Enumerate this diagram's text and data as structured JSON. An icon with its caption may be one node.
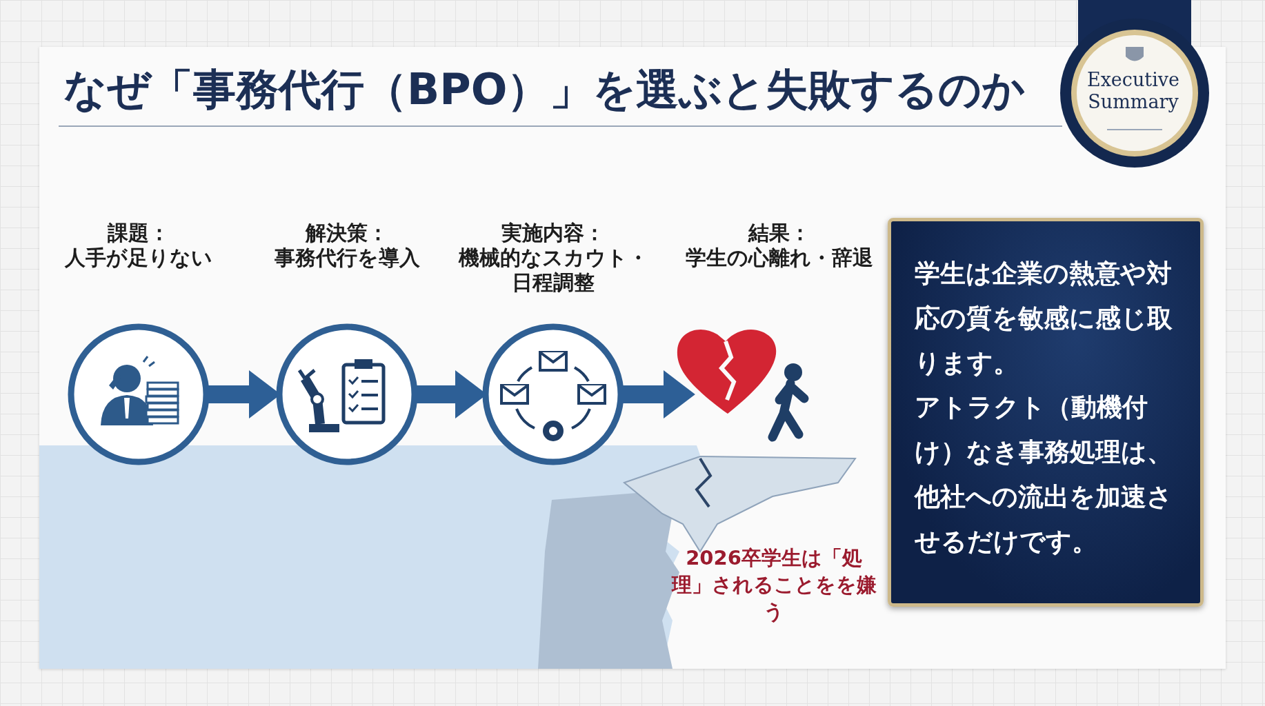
{
  "diagram": {
    "title": "なぜ「事務代行（BPO）」を選ぶと失敗するのか",
    "nodes": [
      {
        "text": [
          "課題：",
          "人手が足りない"
        ]
      },
      {
        "text": [
          "解決策：",
          "事務代行を導入"
        ]
      },
      {
        "text": [
          "実施内容：",
          "機械的なスカウト・日程調整"
        ]
      },
      {
        "text": [
          "結果：",
          "学生の心離れ・辞退"
        ]
      },
      {
        "text": [
          "学生は企業の**熱意や対応の質**を敏感に感じ取ります。",
          "**アトラクト**（動機付け）なき事務処理は、**他社への流出を加速させるだけ**です。"
        ]
      }
    ],
    "edges": [
      {
        "from": 0,
        "to": 1,
        "arrow": "to"
      },
      {
        "from": 1,
        "to": 2,
        "arrow": "to"
      },
      {
        "from": 2,
        "to": 3,
        "arrow": "to"
      }
    ],
    "labels": [
      "2026卒学生は「処理」されることをを嫌う",
      "Executive Summary"
    ]
  }
}
